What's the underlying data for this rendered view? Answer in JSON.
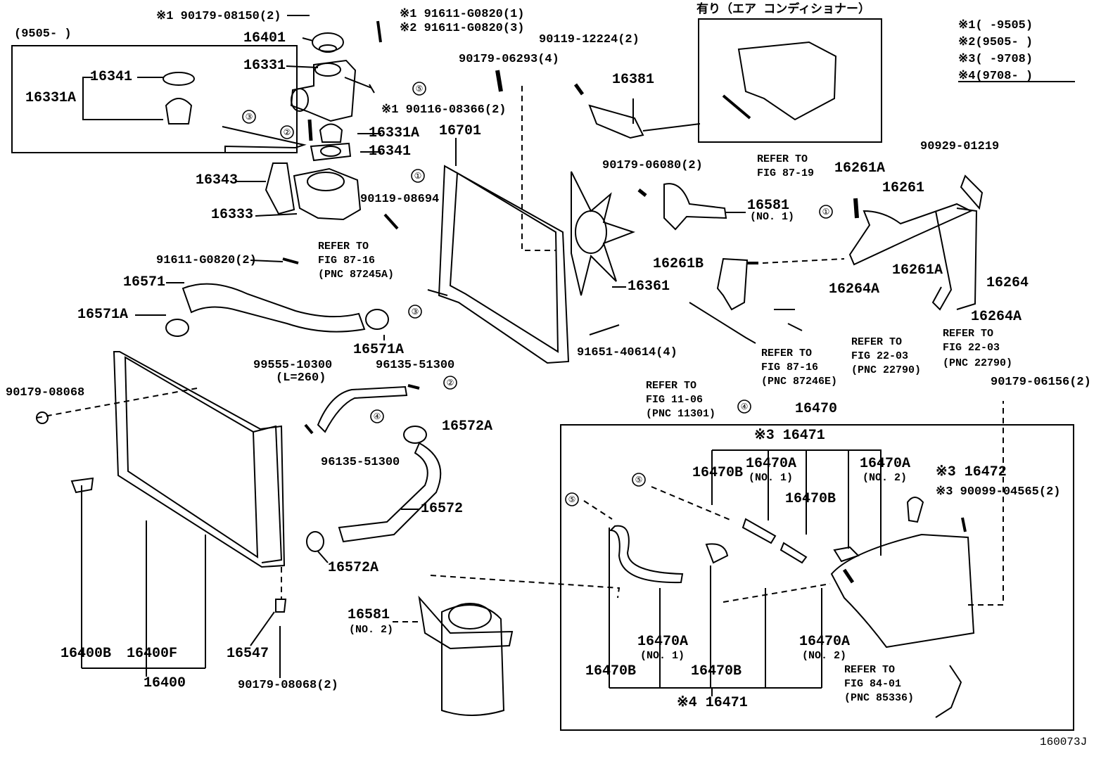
{
  "diagram_id": "160073J",
  "aircon_box_title": "有り（エア コンディショナー）",
  "range_box_title": "(9505-        )",
  "legend": [
    {
      "mark": "※1",
      "range": "(      -9505)"
    },
    {
      "mark": "※2",
      "range": "(9505-      )"
    },
    {
      "mark": "※3",
      "range": "(      -9708)"
    },
    {
      "mark": "※4",
      "range": "(9708-      )"
    }
  ],
  "labels": {
    "p90179_08150": "※1 90179-08150(2)",
    "p91611_g0820_1": "※1 91611-G0820(1)",
    "p91611_g0820_2": "※2 91611-G0820(3)",
    "p16401": "16401",
    "p16331": "16331",
    "p16341_top": "16341",
    "p16331a_left": "16331A",
    "p90116": "※1 90116-08366(2)",
    "p16331a": "16331A",
    "p16341": "16341",
    "p16343": "16343",
    "p16333": "16333",
    "p90119_08694": "90119-08694",
    "p91611_g0820_b": "91611-G0820(2)",
    "ref_87_16a_1": "REFER TO",
    "ref_87_16a_2": "FIG 87-16",
    "ref_87_16a_3": "(PNC 87245A)",
    "p90179_06293": "90179-06293(4)",
    "p16701": "16701",
    "p16361": "16361",
    "p90119_12224": "90119-12224(2)",
    "p16381": "16381",
    "ref_87_19_1": "REFER TO",
    "ref_87_19_2": "FIG 87-19",
    "p90179_06080": "90179-06080(2)",
    "p16581_no1": "16581",
    "p16581_no1_sub": "(NO. 1)",
    "p90929_01219": "90929-01219",
    "p16261a_top": "16261A",
    "p16261": "16261",
    "p16261b": "16261B",
    "p16264a_left": "16264A",
    "p16261a_mid": "16261A",
    "p16264": "16264",
    "p16264a_right": "16264A",
    "ref_22_03a_1": "REFER TO",
    "ref_22_03a_2": "FIG 22-03",
    "ref_22_03a_3": "(PNC 22790)",
    "ref_22_03b_1": "REFER TO",
    "ref_22_03b_2": "FIG 22-03",
    "ref_22_03b_3": "(PNC 22790)",
    "p91651": "91651-40614(4)",
    "ref_87_16b_1": "REFER TO",
    "ref_87_16b_2": "FIG 87-16",
    "ref_87_16b_3": "(PNC 87246E)",
    "ref_11_06_1": "REFER TO",
    "ref_11_06_2": "FIG 11-06",
    "ref_11_06_3": "(PNC 11301)",
    "p16571": "16571",
    "p16571a_left": "16571A",
    "p16571a_right": "16571A",
    "p99555": "99555-10300",
    "p99555_sub": "(L=260)",
    "p96135_top": "96135-51300",
    "p96135_bot": "96135-51300",
    "p16572a_top": "16572A",
    "p16572": "16572",
    "p16572a_bot": "16572A",
    "p90179_08068": "90179-08068",
    "p16400b": "16400B",
    "p16400f": "16400F",
    "p16400": "16400",
    "p16547": "16547",
    "p90179_08068_2": "90179-08068(2)",
    "p16581_no2": "16581",
    "p16581_no2_sub": "(NO. 2)",
    "p16470": "16470",
    "p16471_top": "※3 16471",
    "p16470b_a": "16470B",
    "p16470a_no1_top": "16470A",
    "p16470a_no1_top_sub": "(NO. 1)",
    "p16470a_no2_top": "16470A",
    "p16470a_no2_top_sub": "(NO. 2)",
    "p16470b_b": "16470B",
    "p16472": "※3 16472",
    "p90099": "※3 90099-04565(2)",
    "p90179_06156": "90179-06156(2)",
    "p16470a_no1_bot": "16470A",
    "p16470a_no1_bot_sub": "(NO. 1)",
    "p16470a_no2_bot": "16470A",
    "p16470a_no2_bot_sub": "(NO. 2)",
    "p16470b_c": "16470B",
    "p16470b_d": "16470B",
    "p16471_bot": "※4 16471",
    "ref_84_01_1": "REFER TO",
    "ref_84_01_2": "FIG 84-01",
    "ref_84_01_3": "(PNC 85336)"
  },
  "callouts": [
    "①",
    "②",
    "③",
    "④",
    "⑤"
  ]
}
